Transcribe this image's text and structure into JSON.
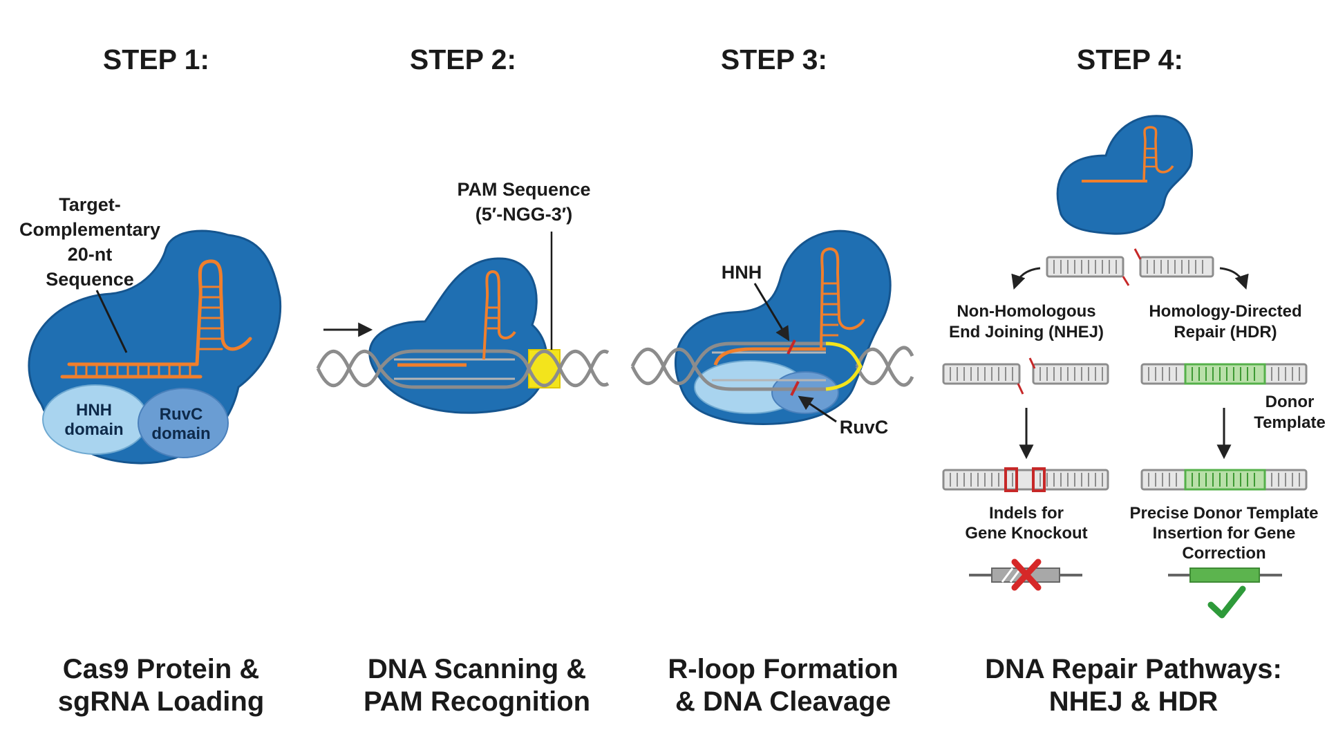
{
  "colors": {
    "protein": "#1f6fb2",
    "protein_outline": "#15558f",
    "rna": "#f07f2c",
    "dna": "#8c8c8c",
    "pam_highlight": "#f3e41c",
    "cut": "#c62828",
    "donor": "#55b04a",
    "check": "#2e9a3a"
  },
  "steps": [
    {
      "number_label": "STEP 1:",
      "caption_line1": "Cas9 Protein &",
      "caption_line2": "sgRNA Loading",
      "labels": {
        "target_line1": "Target-",
        "target_line2": "Complementary",
        "target_line3": "20-nt",
        "target_line4": "Sequence",
        "hnh_line1": "HNH",
        "hnh_line2": "domain",
        "ruvc_line1": "RuvC",
        "ruvc_line2": "domain"
      }
    },
    {
      "number_label": "STEP 2:",
      "caption_line1": "DNA Scanning &",
      "caption_line2": "PAM Recognition",
      "labels": {
        "pam_line1": "PAM Sequence",
        "pam_line2": "(5′-NGG-3′)"
      }
    },
    {
      "number_label": "STEP 3:",
      "caption_line1": "R-loop Formation",
      "caption_line2": "& DNA Cleavage",
      "labels": {
        "hnh": "HNH",
        "ruvc": "RuvC"
      }
    },
    {
      "number_label": "STEP 4:",
      "caption_line1": "DNA Repair Pathways:",
      "caption_line2": "NHEJ & HDR",
      "labels": {
        "nhej_line1": "Non-Homologous",
        "nhej_line2": "End Joining (NHEJ)",
        "hdr_line1": "Homology-Directed",
        "hdr_line2": "Repair (HDR)",
        "donor_line1": "Donor",
        "donor_line2": "Template",
        "indels_line1": "Indels for",
        "indels_line2": "Gene Knockout",
        "precise_line1": "Precise Donor Template",
        "precise_line2": "Insertion for Gene",
        "precise_line3": "Correction"
      }
    }
  ],
  "icons": [
    "arrow-right-icon",
    "cross-icon",
    "checkmark-icon"
  ]
}
